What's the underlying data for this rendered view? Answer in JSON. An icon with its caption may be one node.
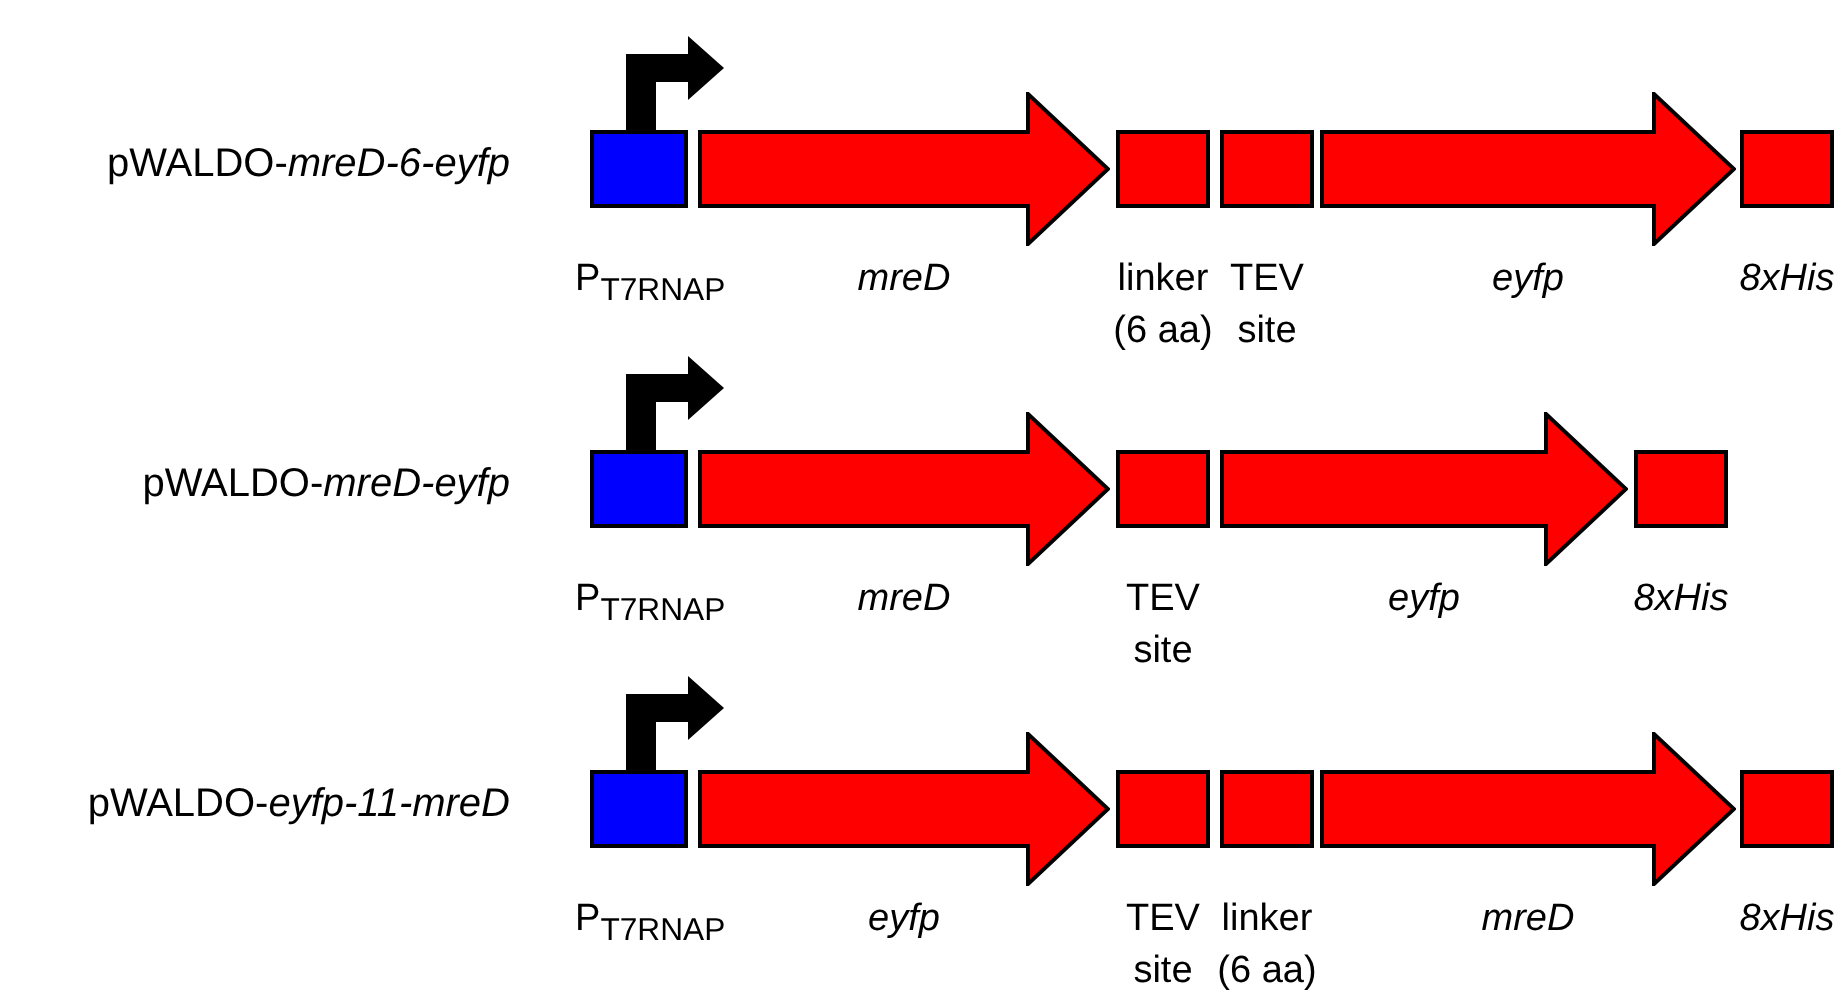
{
  "diagram": {
    "nodes": [
      {
        "text": [
          "P$_{T7RNAP}$"
        ]
      },
      {
        "text": [
          "mreD"
        ]
      },
      {
        "text": [
          "linker (6 aa)"
        ]
      },
      {
        "text": [
          "TEV site"
        ]
      },
      {
        "text": [
          "eyfp"
        ]
      },
      {
        "text": [
          "8xHis"
        ]
      },
      {
        "text": [
          "P$_{T7RNAP}$"
        ]
      },
      {
        "text": [
          "mreD"
        ]
      },
      {
        "text": [
          "TEV site"
        ]
      },
      {
        "text": [
          "eyfp"
        ]
      },
      {
        "text": [
          "8xHis"
        ]
      },
      {
        "text": [
          "P$_{T7RNAP}$"
        ]
      },
      {
        "text": [
          "eyfp"
        ]
      },
      {
        "text": [
          "TEV site"
        ]
      },
      {
        "text": [
          "linker (6 aa)"
        ]
      },
      {
        "text": [
          "mreD"
        ]
      },
      {
        "text": [
          "8xHis"
        ]
      }
    ],
    "labels": [
      "pWALDO-*mreD-6-eyfp*",
      "pWALDO-*mreD-eyfp*",
      "pWALDO-*eyfp-11-mreD*"
    ]
  }
}
